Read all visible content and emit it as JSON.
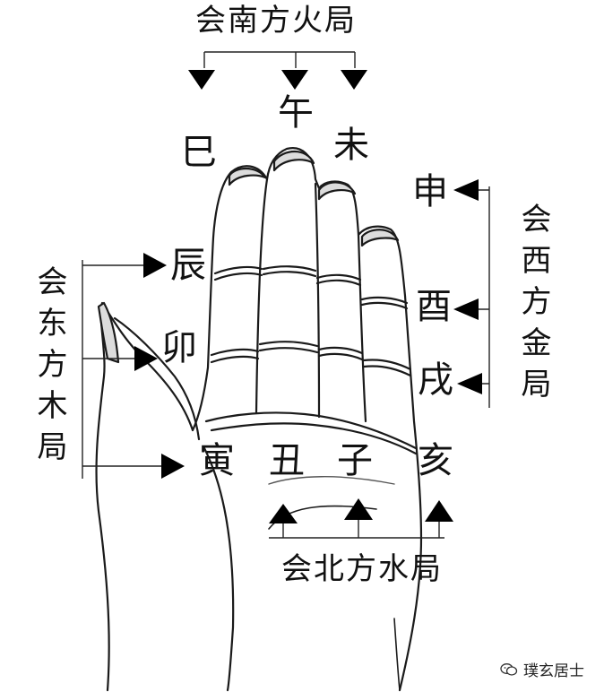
{
  "groups": {
    "south": "会南方火局",
    "west": "会西方金局",
    "east": "会东方木局",
    "north": "会北方水局"
  },
  "branches": {
    "si": "巳",
    "wu": "午",
    "wei": "未",
    "shen": "申",
    "chen": "辰",
    "you": "酉",
    "mao": "卯",
    "xu": "戌",
    "yin": "寅",
    "chou": "丑",
    "zi": "子",
    "hai": "亥"
  },
  "watermark": {
    "icon": "wechat-icon",
    "text": "璞玄居士"
  }
}
